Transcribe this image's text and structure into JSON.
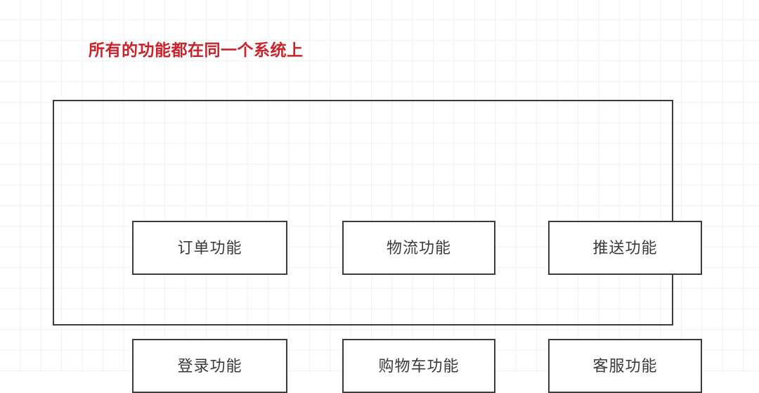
{
  "diagram": {
    "title": "所有的功能都在同一个系统上",
    "title_color": "#cc2229",
    "box_border_color": "#3c3c3c",
    "label_color": "#3a3a3a",
    "background_color": "#ffffff",
    "grid_line_color": "#f1f1f1",
    "container": {
      "label": ""
    },
    "rows": [
      {
        "modules": [
          {
            "label": "订单功能"
          },
          {
            "label": "物流功能"
          },
          {
            "label": "推送功能"
          }
        ]
      },
      {
        "modules": [
          {
            "label": "登录功能"
          },
          {
            "label": "购物车功能"
          },
          {
            "label": "客服功能"
          }
        ]
      }
    ]
  }
}
